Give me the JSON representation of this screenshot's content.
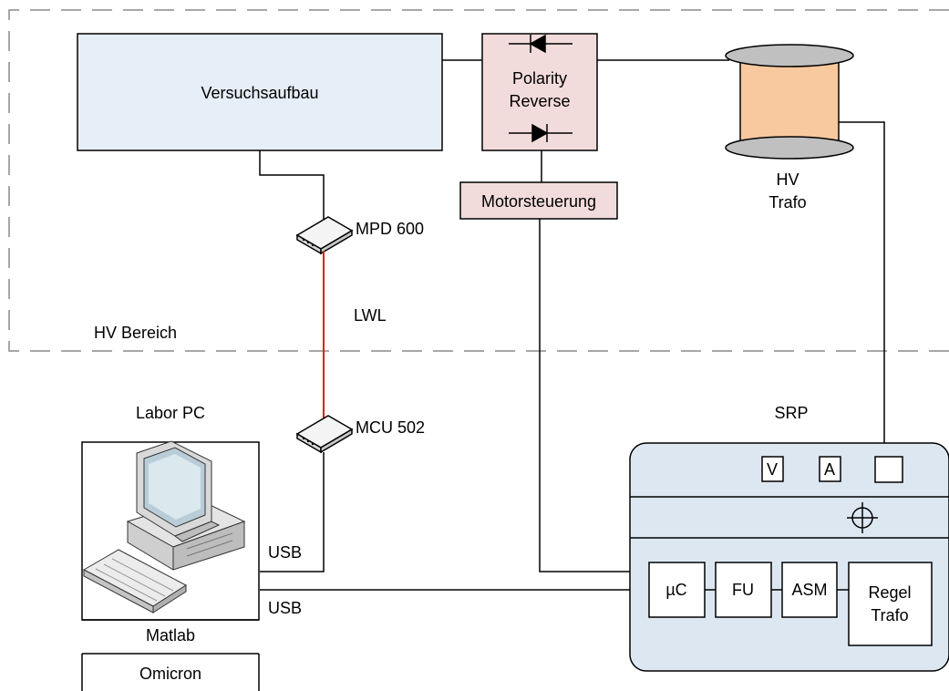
{
  "hv_area": {
    "label": "HV Bereich"
  },
  "test_setup": {
    "label": "Versuchsaufbau"
  },
  "polarity_reverse": {
    "line1": "Polarity",
    "line2": "Reverse"
  },
  "motor_control": {
    "label": "Motorsteuerung"
  },
  "hv_transformer": {
    "line1": "HV",
    "line2": "Trafo"
  },
  "mpd": {
    "label": "MPD 600"
  },
  "fiber_link": {
    "label": "LWL"
  },
  "mcu": {
    "label": "MCU 502"
  },
  "lab_pc": {
    "title": "Labor PC",
    "software": [
      "Matlab",
      "Omicron"
    ]
  },
  "connections": {
    "usb_mcu": "USB",
    "usb_srp": "USB"
  },
  "srp": {
    "title": "SRP",
    "meter_voltage": "V",
    "meter_current": "A",
    "modules": [
      "µC",
      "FU",
      "ASM"
    ],
    "regel_trafo": {
      "line1": "Regel",
      "line2": "Trafo"
    }
  },
  "colors": {
    "setup_fill": "#e6eef7",
    "polarity_fill": "#f2dcdb",
    "coil_fill": "#f8c89e",
    "coil_disk": "#c0c0c0",
    "srp_fill": "#dde7f2",
    "fiber": "#e0201b"
  }
}
